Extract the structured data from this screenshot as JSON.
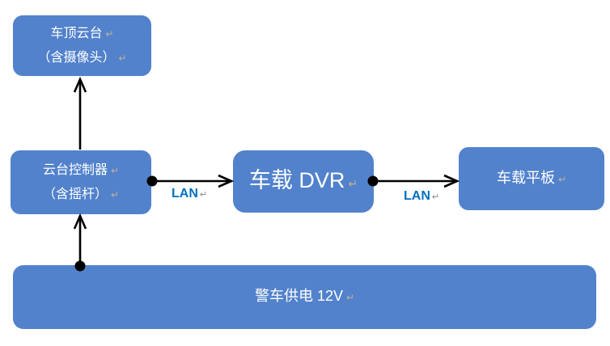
{
  "diagram": {
    "nodes": {
      "roof_gimbal": {
        "line1": "车顶云台",
        "line2": "（含摄像头）"
      },
      "controller": {
        "line1": "云台控制器",
        "line2": "（含摇杆）"
      },
      "dvr": {
        "label": "车载 DVR"
      },
      "tablet": {
        "label": "车载平板"
      },
      "power": {
        "label": "警车供电 12V"
      }
    },
    "connection_labels": {
      "controller_dvr": "LAN",
      "dvr_tablet": "LAN"
    },
    "paragraph_mark": "↵",
    "colors": {
      "node_fill": "#5282CC",
      "node_text": "#FFFFFF",
      "lan_label": "#0070C0",
      "connector": "#000000",
      "mark_in_node": "#C4B494",
      "mark_outside": "#8C8C8C"
    }
  }
}
